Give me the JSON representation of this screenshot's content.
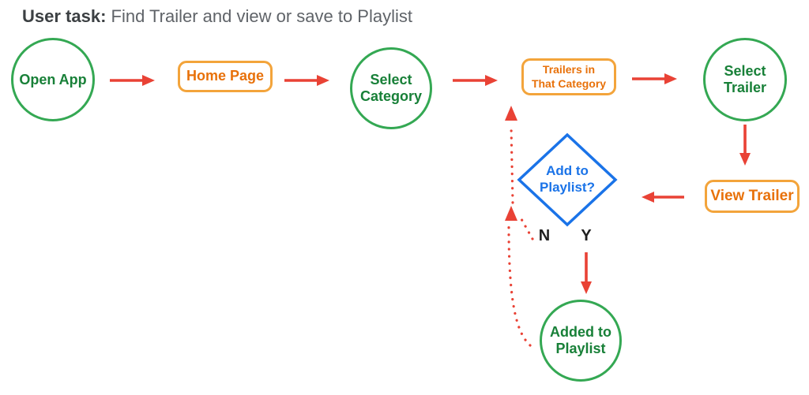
{
  "title": {
    "prefix": "User task:",
    "text": " Find Trailer and view or save to Playlist"
  },
  "nodes": [
    {
      "id": "open-app",
      "shape": "circle",
      "label": "Open App"
    },
    {
      "id": "home-page",
      "shape": "rounded-rect",
      "label": "Home Page"
    },
    {
      "id": "select-category",
      "shape": "circle",
      "label": "Select\nCategory"
    },
    {
      "id": "trailers-in-that-category",
      "shape": "rounded-rect",
      "label": "Trailers in\nThat Category"
    },
    {
      "id": "select-trailer",
      "shape": "circle",
      "label": "Select\nTrailer"
    },
    {
      "id": "view-trailer",
      "shape": "rounded-rect",
      "label": "View Trailer"
    },
    {
      "id": "add-to-playlist",
      "shape": "diamond",
      "label": "Add to\nPlaylist?"
    },
    {
      "id": "added-to-playlist",
      "shape": "circle",
      "label": "Added to\nPlaylist"
    }
  ],
  "decision": {
    "no_label": "N",
    "yes_label": "Y"
  },
  "edges": [
    {
      "from": "open-app",
      "to": "home-page",
      "style": "solid"
    },
    {
      "from": "home-page",
      "to": "select-category",
      "style": "solid"
    },
    {
      "from": "select-category",
      "to": "trailers-in-that-category",
      "style": "solid"
    },
    {
      "from": "trailers-in-that-category",
      "to": "select-trailer",
      "style": "solid"
    },
    {
      "from": "select-trailer",
      "to": "view-trailer",
      "style": "solid"
    },
    {
      "from": "view-trailer",
      "to": "add-to-playlist",
      "style": "solid"
    },
    {
      "from": "add-to-playlist",
      "to": "added-to-playlist",
      "style": "solid",
      "branch": "Y"
    },
    {
      "from": "add-to-playlist",
      "to": "trailers-in-that-category",
      "style": "dotted",
      "branch": "N"
    },
    {
      "from": "added-to-playlist",
      "to": "trailers-in-that-category",
      "style": "dotted"
    }
  ],
  "colors": {
    "circle_stroke": "#34a853",
    "circle_text": "#188038",
    "rect_stroke": "#f3a43b",
    "rect_text": "#e8710a",
    "diamond_blue": "#1a73e8",
    "arrow_red": "#e94235",
    "title_bold_gray": "#3c4043",
    "title_text_gray": "#5f6368",
    "branch_label_black": "#1f1f1f"
  }
}
